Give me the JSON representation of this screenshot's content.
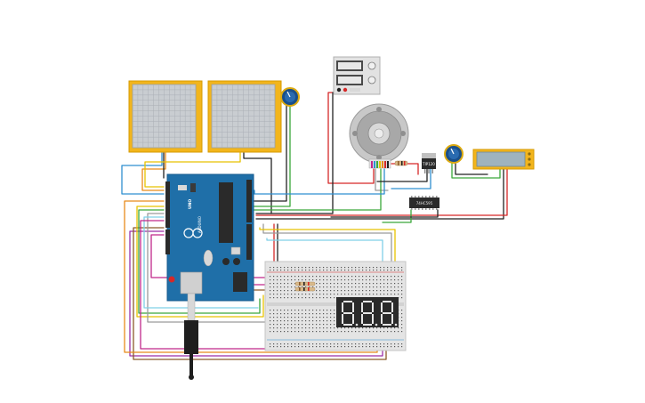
{
  "canvas": {
    "background": "#ffffff"
  },
  "components": {
    "arduino": {
      "brand": "UNO",
      "label_arduino": "ARDUINO"
    },
    "transistor": {
      "label": "TIP120"
    },
    "shift_register": {
      "label": "74HC595"
    },
    "display_digits": [
      "8",
      "8",
      "8"
    ]
  },
  "colors": {
    "board": "#1f6fa8",
    "wire_red": "#d62828",
    "wire_black": "#222222",
    "wire_green": "#3aa83a",
    "wire_blue": "#2f8fd0",
    "wire_cyan": "#7fd0e8",
    "wire_yellow": "#e8c200",
    "wire_orange": "#e88a1a",
    "wire_purple": "#9b2fa8",
    "wire_brown": "#8a5a2a",
    "wire_gray": "#9a9a9a",
    "wire_magenta": "#c0288a"
  }
}
